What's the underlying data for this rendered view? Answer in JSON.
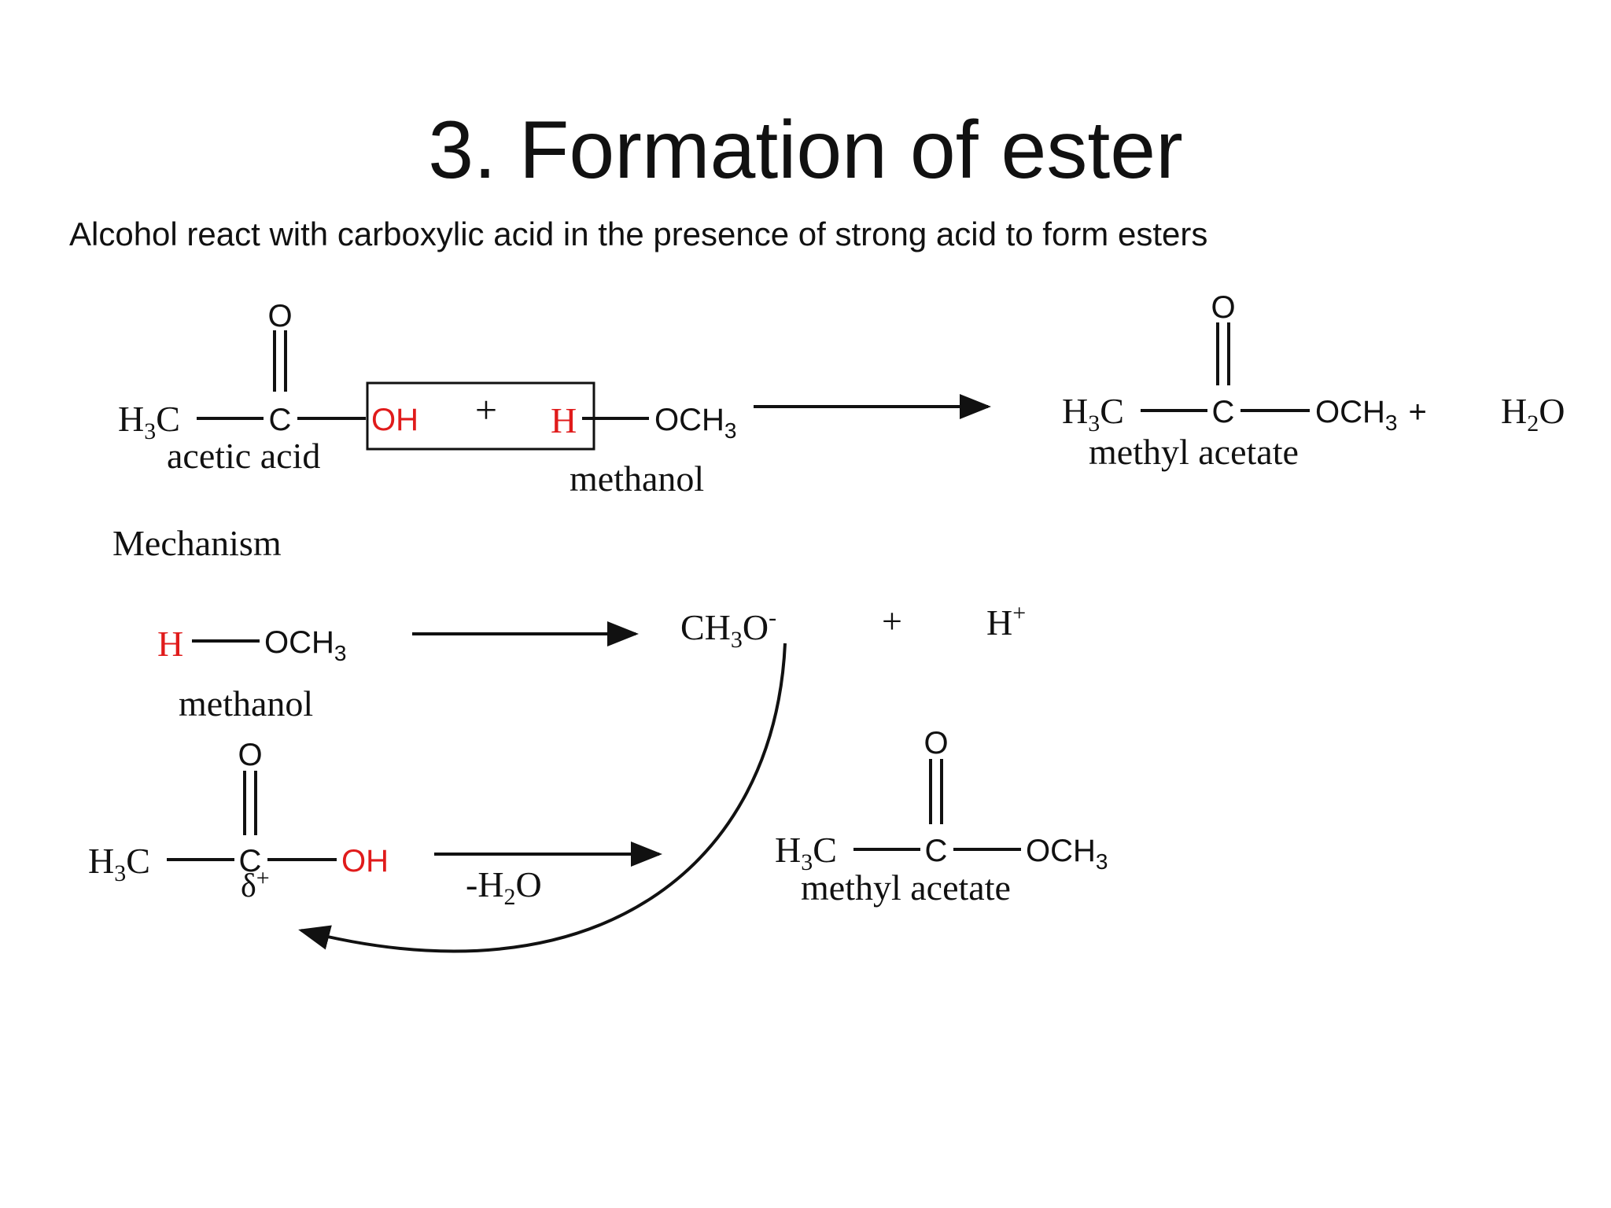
{
  "slide": {
    "title": "3. Formation of ester",
    "subtitle": "Alcohol react with carboxylic acid in the presence of strong acid to form esters"
  },
  "reaction": {
    "acid": {
      "oxygen": "O",
      "methyl": "H",
      "methyl_sub": "3",
      "methyl_c": "C",
      "carbon": "C",
      "leaving_group": "OH",
      "name": "acetic acid"
    },
    "plus": "+",
    "alcohol": {
      "hydrogen": "H",
      "group": "OCH",
      "group_sub": "3",
      "name": "methanol"
    },
    "product": {
      "oxygen": "O",
      "methyl": "H",
      "methyl_sub": "3",
      "methyl_c": "C",
      "carbon": "C",
      "group": "OCH",
      "group_sub": "3",
      "plus": "+",
      "name": "methyl acetate"
    },
    "water": {
      "h": "H",
      "sub": "2",
      "o": "O"
    }
  },
  "mechanism": {
    "heading": "Mechanism",
    "step1": {
      "reactant": {
        "hydrogen": "H",
        "group": "OCH",
        "group_sub": "3",
        "name": "methanol"
      },
      "product_a": {
        "text": "CH",
        "sub": "3",
        "o": "O",
        "charge": "-"
      },
      "plus": "+",
      "product_b": {
        "h": "H",
        "charge": "+"
      }
    },
    "step2": {
      "acid": {
        "oxygen": "O",
        "methyl": "H",
        "methyl_sub": "3",
        "methyl_c": "C",
        "carbon": "C",
        "group": "OH",
        "delta": "δ",
        "delta_charge": "+"
      },
      "condition": {
        "minus": "-H",
        "sub": "2",
        "o": "O"
      },
      "product": {
        "oxygen": "O",
        "methyl": "H",
        "methyl_sub": "3",
        "methyl_c": "C",
        "carbon": "C",
        "group": "OCH",
        "group_sub": "3",
        "name": "methyl acetate"
      }
    }
  }
}
